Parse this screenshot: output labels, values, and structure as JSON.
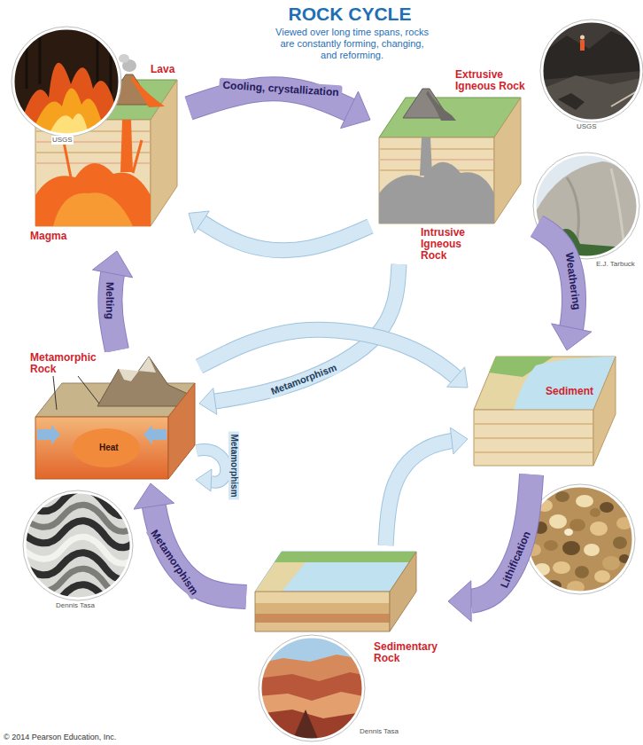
{
  "diagram": {
    "title": "ROCK CYCLE",
    "nodes": [
      {
        "text": [
          "Lava",
          "Magma"
        ]
      },
      {
        "text": [
          "Extrusive Igneous Rock",
          "Intrusive Igneous Rock"
        ]
      },
      {
        "text": [
          "Sediment"
        ]
      },
      {
        "text": [
          "Sedimentary Rock"
        ]
      },
      {
        "text": [
          "Metamorphic Rock",
          "Heat"
        ]
      }
    ],
    "edges": [
      {
        "from": 0,
        "to": 1,
        "arrow": "to",
        "label": "Cooling, crystallization"
      },
      {
        "from": 1,
        "to": 0,
        "arrow": "to"
      },
      {
        "from": 1,
        "to": 2,
        "arrow": "to",
        "label": "Weathering"
      },
      {
        "from": 2,
        "to": 3,
        "arrow": "to",
        "label": "Lithification"
      },
      {
        "from": 3,
        "to": 4,
        "arrow": "to",
        "label": "Metamorphism"
      },
      {
        "from": 4,
        "to": 0,
        "arrow": "to",
        "label": "Melting"
      },
      {
        "from": 1,
        "to": 4,
        "arrow": "to",
        "label": "Metamorphism"
      },
      {
        "from": 4,
        "to": 2,
        "arrow": "to"
      },
      {
        "from": 3,
        "to": 2,
        "arrow": "to"
      }
    ],
    "labels": [
      "Viewed over long time spans, rocks are constantly forming, changing, and reforming.",
      "USGS",
      "USGS",
      "E.J. Tarbuck",
      "Metamorphism",
      "Dennis Tasa",
      "Dennis Tasa",
      "© 2014 Pearson Education, Inc."
    ]
  }
}
